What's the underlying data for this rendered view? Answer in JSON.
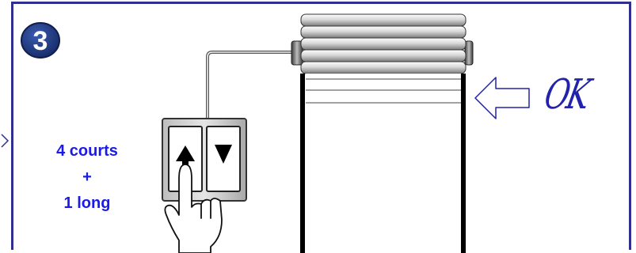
{
  "step": {
    "number": "3",
    "badge_color": "#1f3c88"
  },
  "instruction": {
    "line1": "4 courts",
    "line2": "+",
    "line3": "1 long",
    "color": "#1a1aee"
  },
  "confirmation": {
    "label": "OK",
    "color": "#2222aa"
  },
  "icons": {
    "remote": "remote-control-icon",
    "up_button": "up-arrow-icon",
    "down_button": "down-triangle-icon",
    "hand": "hand-pointer-icon",
    "shutter": "roller-shutter-icon",
    "pointer_arrow": "left-arrow-icon"
  },
  "frame_color": "#2e2f8f"
}
